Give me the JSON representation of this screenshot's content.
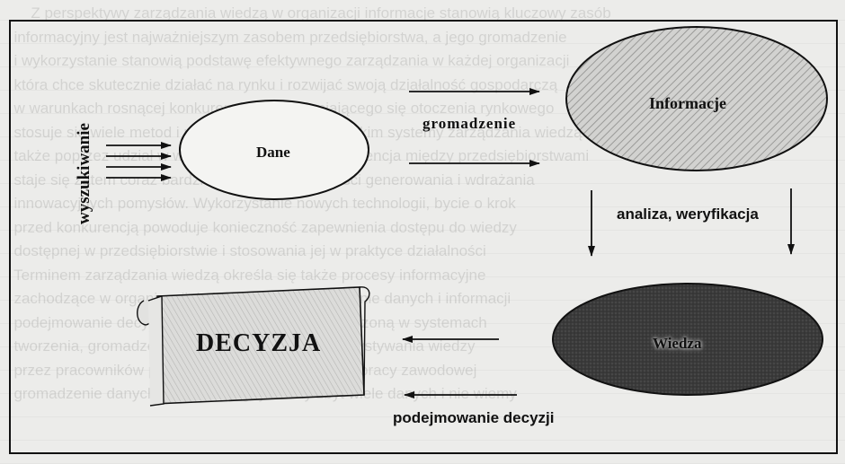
{
  "diagram": {
    "nodes": {
      "dane": "Dane",
      "informacje": "Informacje",
      "wiedza": "Wiedza",
      "decyzja": "DECYZJA"
    },
    "edges": {
      "wyszukiwanie": "wyszukiwanie",
      "gromadzenie": "gromadzenie",
      "analiza": "analiza, weryfikacja",
      "podejmowanie": "podejmowanie decyzji"
    }
  }
}
